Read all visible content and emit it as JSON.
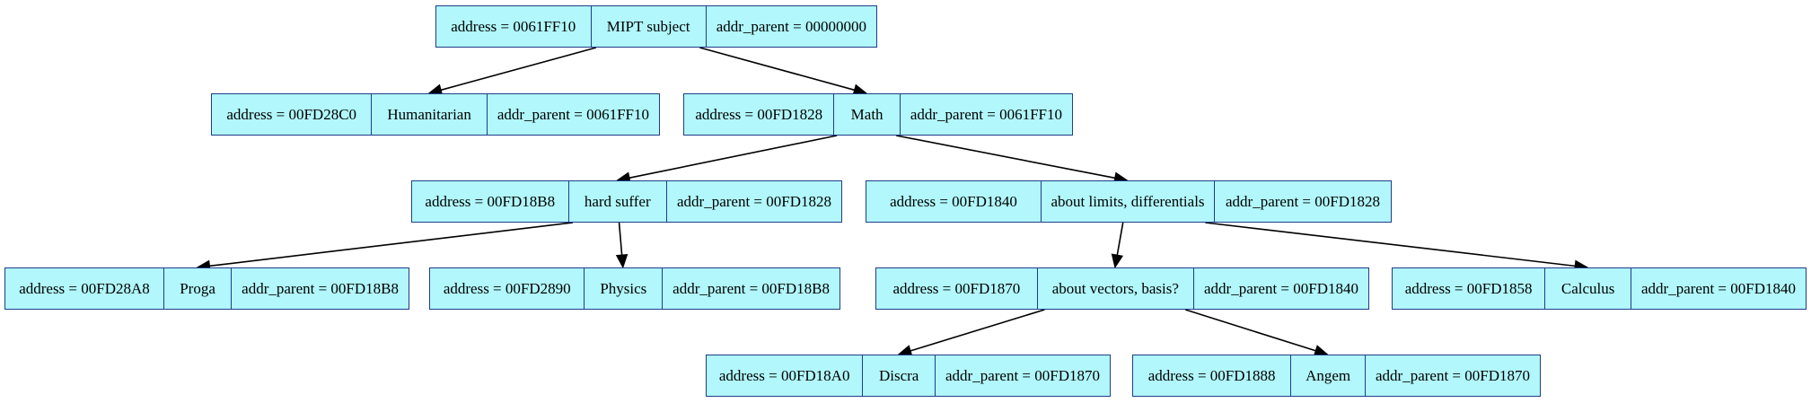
{
  "nodes": [
    {
      "id": "n0",
      "address": "address = 0061FF10",
      "name": "MIPT subject",
      "parent": "addr_parent = 00000000"
    },
    {
      "id": "n1",
      "address": "address = 00FD28C0",
      "name": "Humanitarian",
      "parent": "addr_parent = 0061FF10"
    },
    {
      "id": "n2",
      "address": "address = 00FD1828",
      "name": "Math",
      "parent": "addr_parent = 0061FF10"
    },
    {
      "id": "n3",
      "address": "address = 00FD18B8",
      "name": "hard suffer",
      "parent": "addr_parent = 00FD1828"
    },
    {
      "id": "n4",
      "address": "address = 00FD1840",
      "name": "about limits, differentials",
      "parent": "addr_parent = 00FD1828"
    },
    {
      "id": "n5",
      "address": "address = 00FD28A8",
      "name": "Proga",
      "parent": "addr_parent = 00FD18B8"
    },
    {
      "id": "n6",
      "address": "address = 00FD2890",
      "name": "Physics",
      "parent": "addr_parent = 00FD18B8"
    },
    {
      "id": "n7",
      "address": "address = 00FD1870",
      "name": "about vectors, basis?",
      "parent": "addr_parent = 00FD1840"
    },
    {
      "id": "n8",
      "address": "address = 00FD1858",
      "name": "Calculus",
      "parent": "addr_parent = 00FD1840"
    },
    {
      "id": "n9",
      "address": "address = 00FD18A0",
      "name": "Discra",
      "parent": "addr_parent = 00FD1870"
    },
    {
      "id": "n10",
      "address": "address = 00FD1888",
      "name": "Angem",
      "parent": "addr_parent = 00FD1870"
    }
  ],
  "edges": [
    [
      "n0",
      "n1"
    ],
    [
      "n0",
      "n2"
    ],
    [
      "n2",
      "n3"
    ],
    [
      "n2",
      "n4"
    ],
    [
      "n3",
      "n5"
    ],
    [
      "n3",
      "n6"
    ],
    [
      "n4",
      "n7"
    ],
    [
      "n4",
      "n8"
    ],
    [
      "n7",
      "n9"
    ],
    [
      "n7",
      "n10"
    ]
  ],
  "colors": {
    "node_fill": "#b1f7fb",
    "node_border": "#1f3c8a",
    "edge": "#000000"
  }
}
